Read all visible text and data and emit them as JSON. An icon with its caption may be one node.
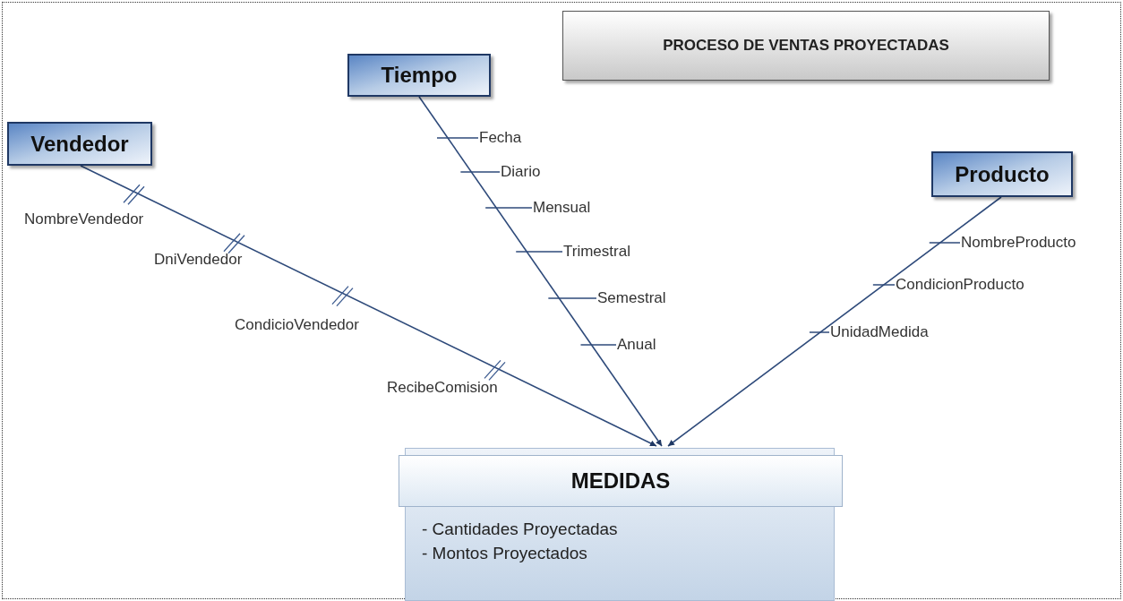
{
  "diagram": {
    "title": "PROCESO DE VENTAS PROYECTADAS",
    "nodes": [
      {
        "text": [
          "Tiempo"
        ]
      },
      {
        "text": [
          "Vendedor"
        ]
      },
      {
        "text": [
          "Producto"
        ]
      },
      {
        "text": [
          "MEDIDAS",
          "- Cantidades Proyectadas",
          "- Montos Proyectados"
        ]
      }
    ],
    "edges": [
      {
        "from": 1,
        "to": 3,
        "arrow": "to"
      },
      {
        "from": 0,
        "to": 3,
        "arrow": "to"
      },
      {
        "from": 2,
        "to": 3,
        "arrow": "to"
      }
    ],
    "labels": [
      "Fecha",
      "Diario",
      "Mensual",
      "Trimestral",
      "Semestral",
      "Anual",
      "NombreVendedor",
      "DniVendedor",
      "CondicioVendedor",
      "RecibeComision",
      "NombreProducto",
      "CondicionProducto",
      "UnidadMedida"
    ]
  }
}
